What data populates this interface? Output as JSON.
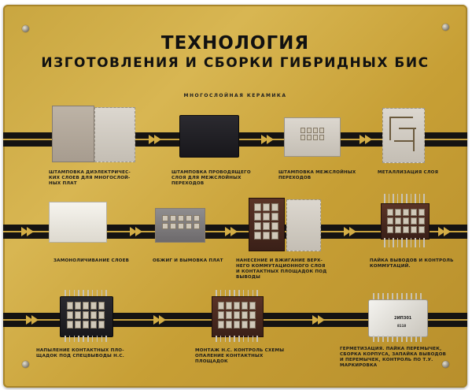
{
  "title": {
    "line1": "ТЕХНОЛОГИЯ",
    "line2": "ИЗГОТОВЛЕНИЯ И СБОРКИ ГИБРИДНЫХ БИС"
  },
  "subheading": "МНОГОСЛОЙНАЯ КЕРАМИКА",
  "rows": [
    {
      "steps": [
        {
          "caption": "ШТАМПОВКА ДИЭЛЕКТРИЧЕС-\nКИХ СЛОЕВ ДЛЯ МНОГОСЛОЙ-\nНЫХ ПЛАТ"
        },
        {
          "caption": "ШТАМПОВКА ПРОВОДЯЩЕГО\nСЛОЯ ДЛЯ МЕЖСЛОЙНЫХ\nПЕРЕХОДОВ"
        },
        {
          "caption": "ШТАМПОВКА МЕЖСЛОЙНЫХ\nПЕРЕХОДОВ"
        },
        {
          "caption": "МЕТАЛЛИЗАЦИЯ СЛОЯ"
        }
      ]
    },
    {
      "steps": [
        {
          "caption": "ЗАМОНОЛИЧИВАНИЕ СЛОЕВ"
        },
        {
          "caption": "ОБЖИГ И ВЫМОВКА ПЛАТ"
        },
        {
          "caption": "НАНЕСЕНИЕ И ВЖИГАНИЕ ВЕРХ-\nНЕГО КОММУТАЦИОННОГО СЛОЯ\nИ КОНТАКТНЫХ ПЛОЩАДОК ПОД\nВЫВОДЫ"
        },
        {
          "caption": "ПАЙКА ВЫВОДОВ И КОНТРОЛЬ\nКОММУТАЦИЙ."
        }
      ]
    },
    {
      "steps": [
        {
          "caption": "НАПЫЛЕНИЕ КОНТАКТНЫХ ПЛО-\nЩАДОК ПОД СПЕЦВЫВОДЫ Н.С."
        },
        {
          "caption": "МОНТАЖ Н.С. КОНТРОЛЬ СХЕМЫ\nОПАЛЕНИЕ КОНТАКТНЫХ\nПЛОЩАДОК"
        },
        {
          "caption": "ГЕРМЕТИЗАЦИЯ. ПАЙКА ПЕРЕМЫЧЕК,\nСБОРКА КОРПУСА, ЗАПАЙКА ВЫВОДОВ\nИ ПЕРЕМЫЧЕК, КОНТРОЛЬ ПО Т.У.\nМАРКИРОВКА"
        }
      ]
    }
  ],
  "chip_marking": {
    "part": "2ИП301",
    "code": "8118"
  },
  "colors": {
    "plate": "#c9a640",
    "band": "#151312",
    "arrow": "#d3ad45",
    "text": "#111111"
  }
}
